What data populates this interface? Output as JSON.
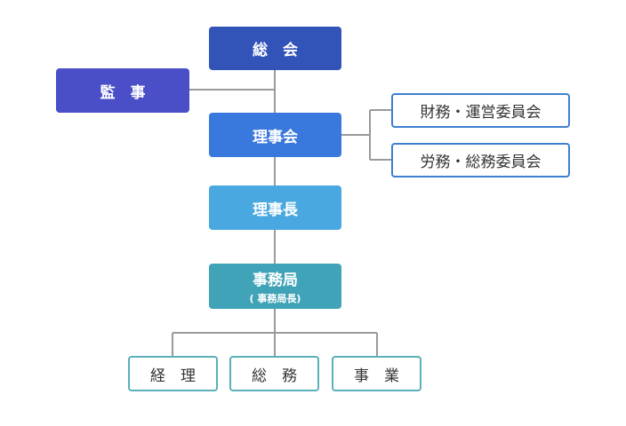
{
  "nodes": {
    "soukai": "総　会",
    "kanji": "監　事",
    "rijikai": "理事会",
    "rijicho": "理事長",
    "jimukyoku": "事務局",
    "jimukyoku_sub": "( 事務局長)",
    "zaimu": "財務・運営委員会",
    "roumu": "労務・総務委員会",
    "keiri": "経　理",
    "soumu": "総　務",
    "jigyou": "事　業"
  },
  "colors": {
    "soukai": "#3254b9",
    "kanji": "#4a4fc8",
    "rijikai": "#3978dc",
    "rijicho": "#4aa8e0",
    "jimukyoku": "#41a3b8",
    "committee_border": "#3d7fd0",
    "dept_border": "#5bb0b9",
    "connector": "#999999"
  }
}
